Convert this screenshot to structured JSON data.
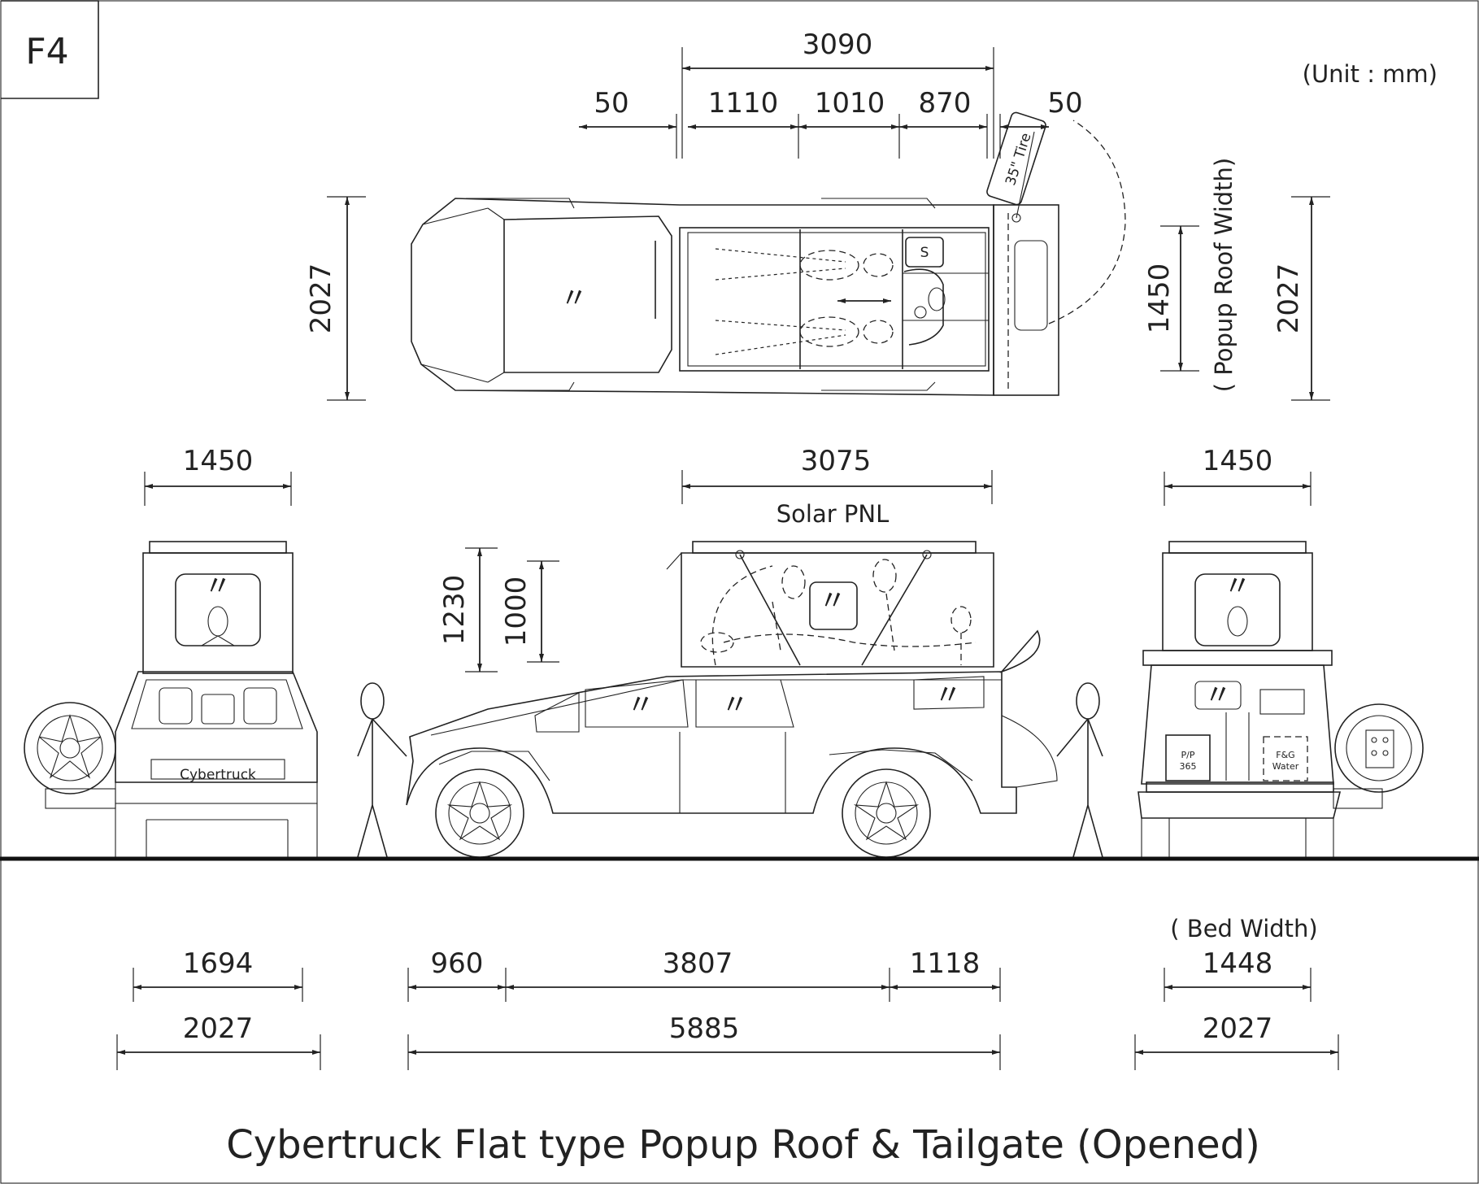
{
  "sheet": {
    "id": "F4",
    "unit": "(Unit : mm)",
    "title": "Cybertruck Flat type Popup Roof & Tailgate (Opened)"
  },
  "top_view": {
    "overall_length": "3090",
    "segments": [
      "50",
      "1110",
      "1010",
      "870",
      "50"
    ],
    "width_left": "2027",
    "width_right": "2027",
    "popup_roof_width": "1450",
    "popup_roof_label": "( Popup Roof Width)",
    "tire_label": "35\" Tire",
    "sink_label": "S",
    "window_mark": "〃"
  },
  "front_view": {
    "roof_width": "1450",
    "badge": "Cybertruck",
    "lower_width": "1694",
    "overall_width": "2027"
  },
  "side_view": {
    "roof_length": "3075",
    "solar_label": "Solar PNL",
    "height_outer": "1230",
    "height_inner": "1000",
    "overhang_front": "960",
    "wheelbase": "3807",
    "overhang_rear": "1118",
    "overall_length": "5885"
  },
  "rear_view": {
    "roof_width": "1450",
    "bed_label": "( Bed Width)",
    "bed_width": "1448",
    "overall_width": "2027",
    "powerpack_label_1": "P/P",
    "powerpack_label_2": "365",
    "water_label_1": "F&G",
    "water_label_2": "Water"
  }
}
